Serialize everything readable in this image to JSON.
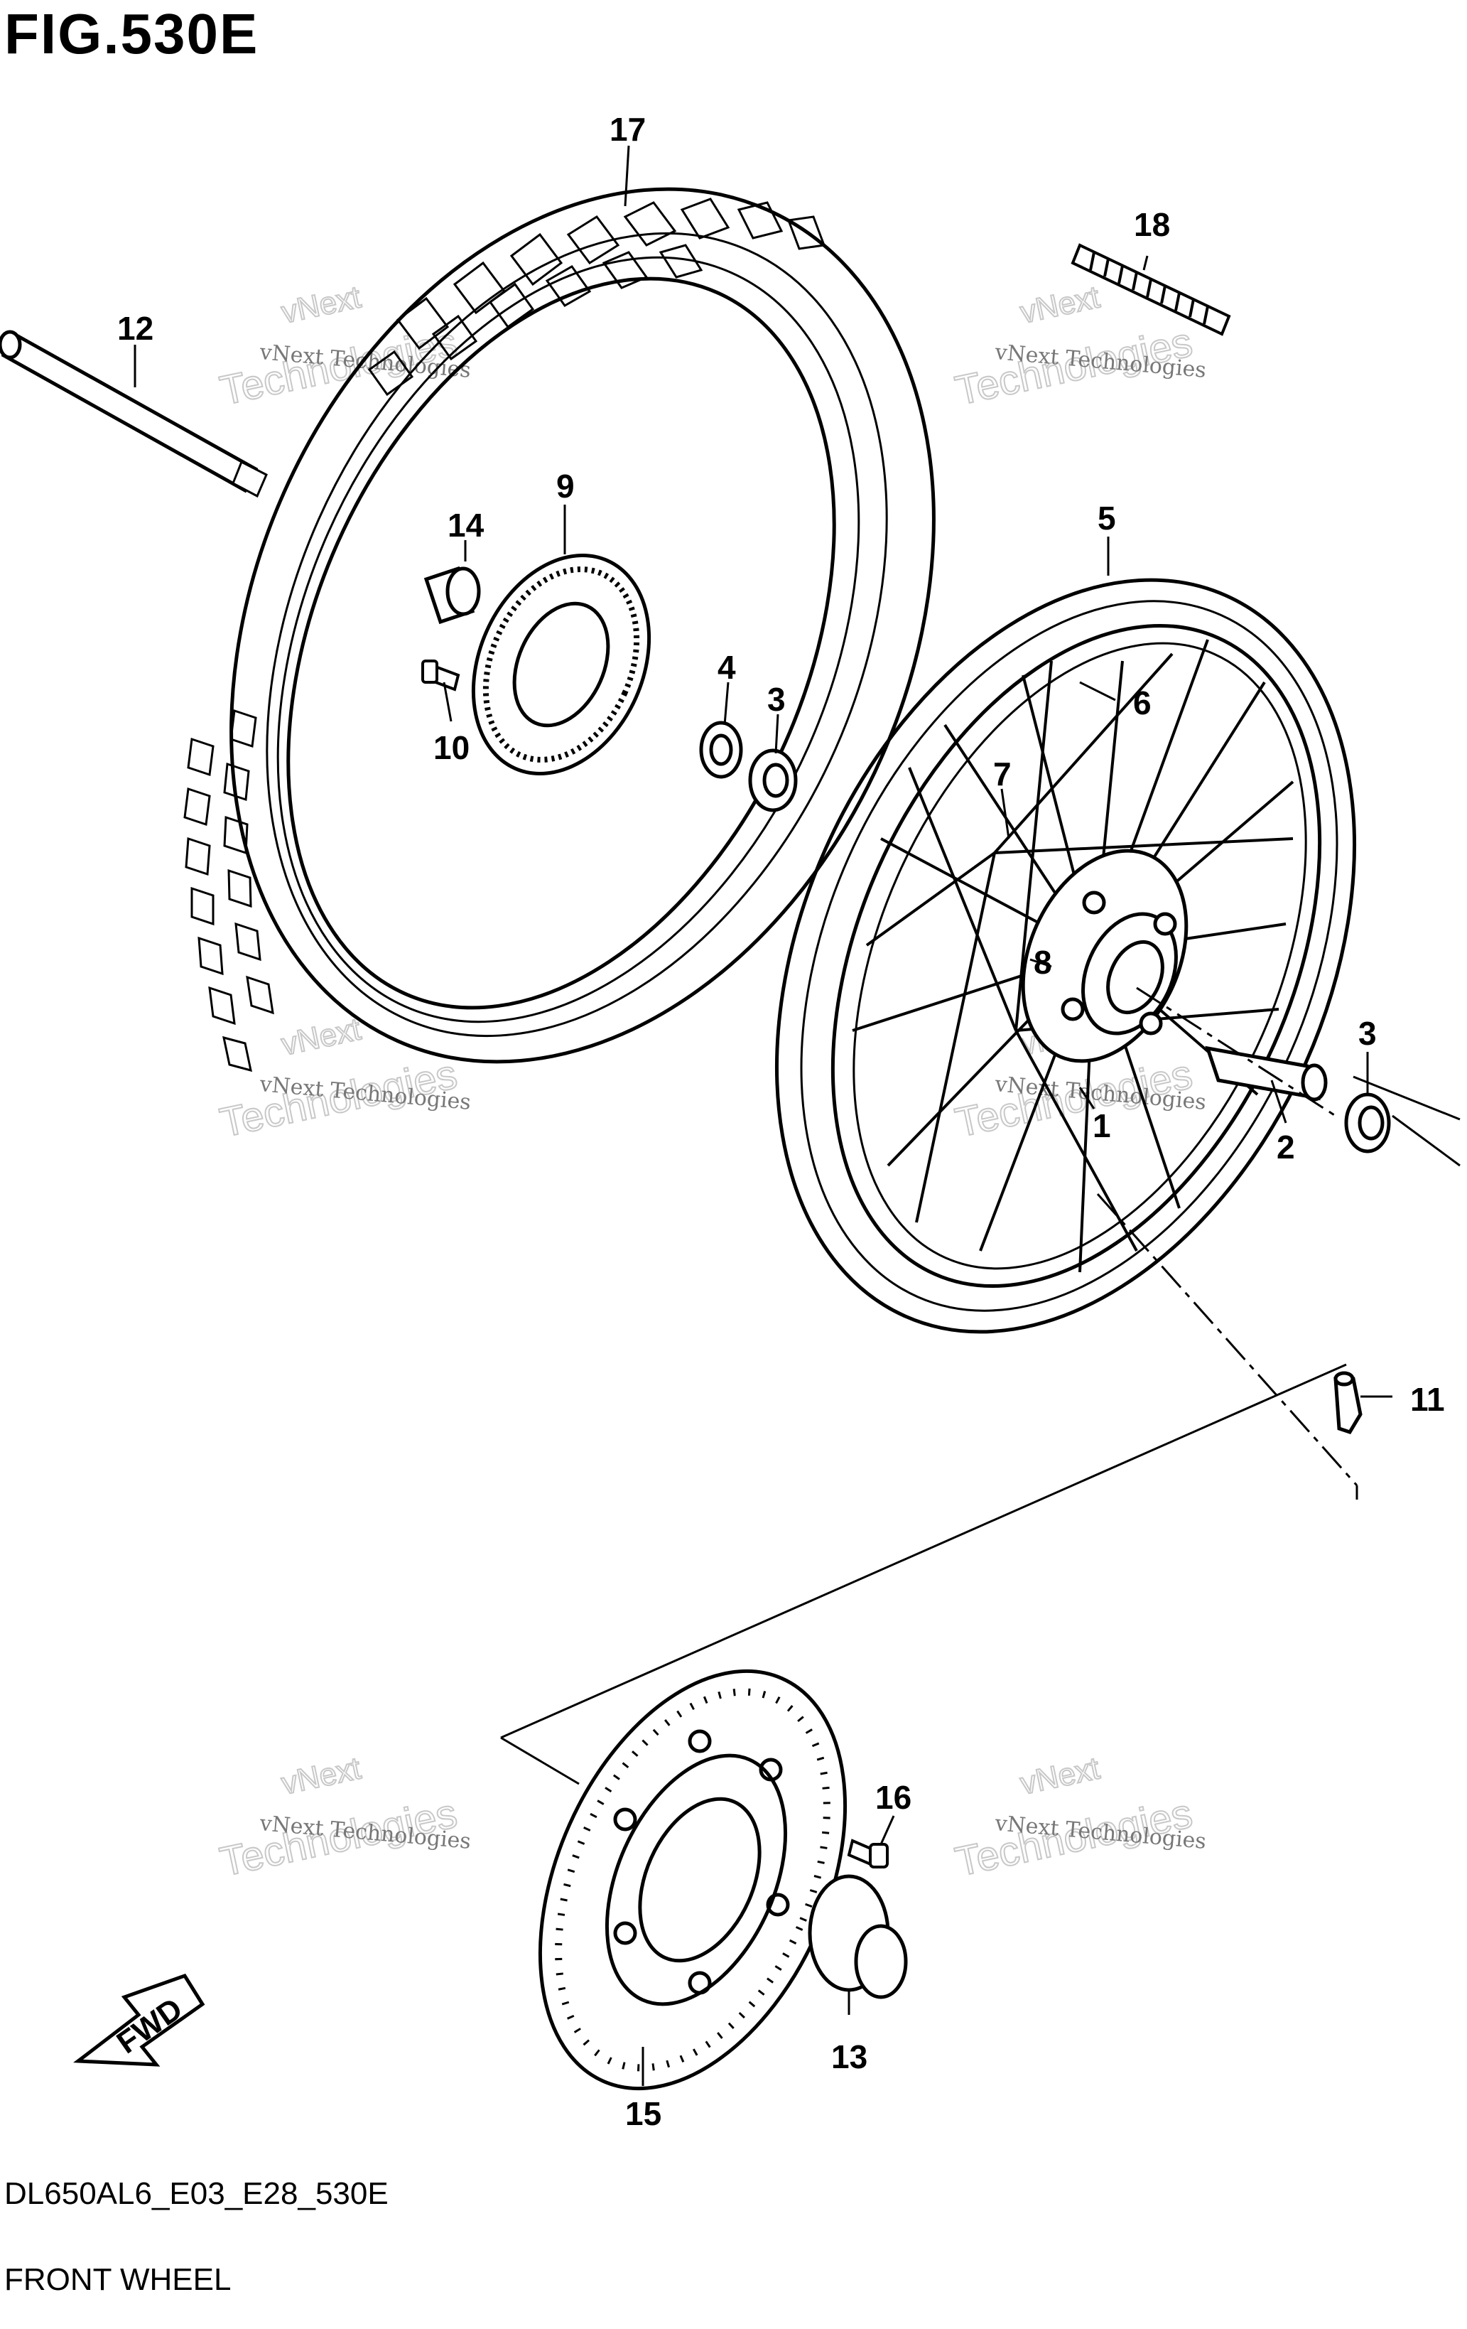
{
  "figure": {
    "title": "FIG.530E",
    "code": "DL650AL6_E03_E28_530E",
    "name": "FRONT WHEEL"
  },
  "watermark": {
    "line1": "vNext Technologies",
    "brand_top": "vNext",
    "brand_bottom": "Technologies"
  },
  "fwd_label": "FWD",
  "callouts": [
    "1",
    "2",
    "3",
    "3",
    "4",
    "5",
    "6",
    "7",
    "8",
    "9",
    "10",
    "11",
    "12",
    "13",
    "14",
    "15",
    "16",
    "17",
    "18"
  ]
}
